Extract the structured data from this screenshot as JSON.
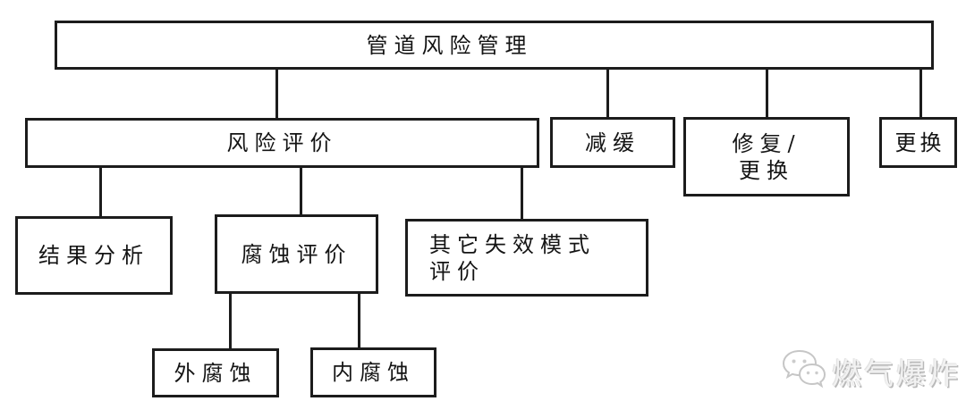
{
  "diagram": {
    "type": "org-hierarchy-flowchart",
    "language": "zh-CN",
    "colors": {
      "background": "#ffffff",
      "line": "#1c1c1c",
      "text": "#141414",
      "watermark": "#c8c8c8"
    },
    "nodes": {
      "root": {
        "label": "管道风险管理"
      },
      "risk_assessment": {
        "label": "风险评价"
      },
      "mitigation": {
        "label": "减缓"
      },
      "repair_replace": {
        "line1": "修复/",
        "line2": "更换"
      },
      "replace": {
        "label": "更换"
      },
      "result_analysis": {
        "label": "结果分析"
      },
      "corrosion_assessment": {
        "label": "腐蚀评价"
      },
      "other_failure_mode": {
        "line1": "其它失效模式",
        "line2": "评价"
      },
      "external_corrosion": {
        "label": "外腐蚀"
      },
      "internal_corrosion": {
        "label": "内腐蚀"
      }
    },
    "edges": [
      [
        "root",
        "risk_assessment"
      ],
      [
        "root",
        "mitigation"
      ],
      [
        "root",
        "repair_replace"
      ],
      [
        "root",
        "replace"
      ],
      [
        "risk_assessment",
        "result_analysis"
      ],
      [
        "risk_assessment",
        "corrosion_assessment"
      ],
      [
        "risk_assessment",
        "other_failure_mode"
      ],
      [
        "corrosion_assessment",
        "external_corrosion"
      ],
      [
        "corrosion_assessment",
        "internal_corrosion"
      ]
    ],
    "watermark": {
      "icon": "wechat-icon",
      "text": "燃气爆炸"
    }
  }
}
